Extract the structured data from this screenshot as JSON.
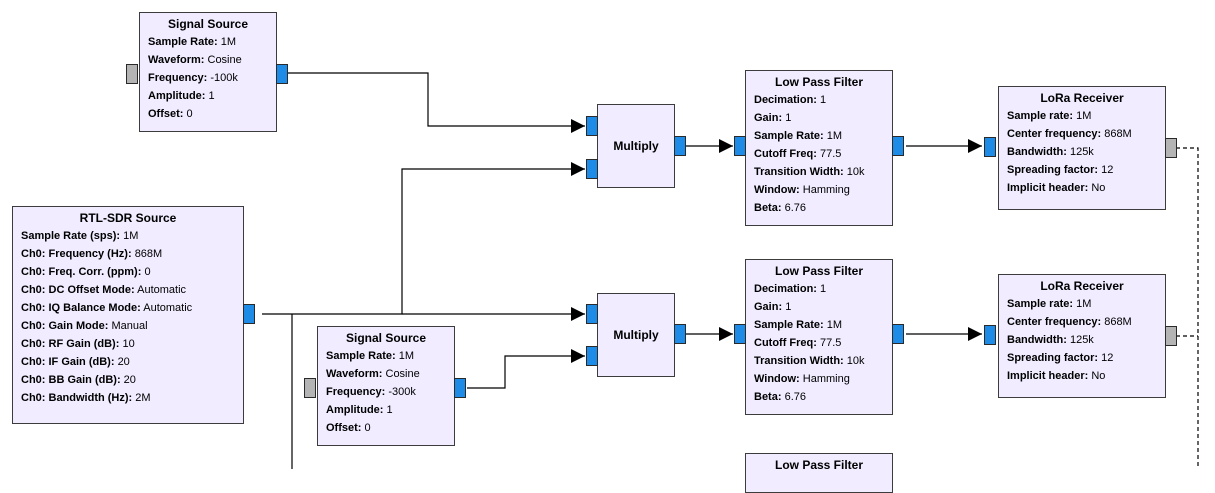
{
  "blocks": {
    "sig_src_1": {
      "title": "Signal Source",
      "params": [
        {
          "key": "Sample Rate:",
          "val": "1M"
        },
        {
          "key": "Waveform:",
          "val": "Cosine"
        },
        {
          "key": "Frequency:",
          "val": "-100k"
        },
        {
          "key": "Amplitude:",
          "val": "1"
        },
        {
          "key": "Offset:",
          "val": "0"
        }
      ]
    },
    "rtl_sdr": {
      "title": "RTL-SDR Source",
      "params": [
        {
          "key": "Sample Rate (sps):",
          "val": "1M"
        },
        {
          "key": "Ch0: Frequency (Hz):",
          "val": "868M"
        },
        {
          "key": "Ch0: Freq. Corr. (ppm):",
          "val": "0"
        },
        {
          "key": "Ch0: DC Offset Mode:",
          "val": "Automatic"
        },
        {
          "key": "Ch0: IQ Balance Mode:",
          "val": "Automatic"
        },
        {
          "key": "Ch0: Gain Mode:",
          "val": "Manual"
        },
        {
          "key": "Ch0: RF Gain (dB):",
          "val": "10"
        },
        {
          "key": "Ch0: IF Gain (dB):",
          "val": "20"
        },
        {
          "key": "Ch0: BB Gain (dB):",
          "val": "20"
        },
        {
          "key": "Ch0: Bandwidth (Hz):",
          "val": "2M"
        }
      ]
    },
    "sig_src_2": {
      "title": "Signal Source",
      "params": [
        {
          "key": "Sample Rate:",
          "val": "1M"
        },
        {
          "key": "Waveform:",
          "val": "Cosine"
        },
        {
          "key": "Frequency:",
          "val": "-300k"
        },
        {
          "key": "Amplitude:",
          "val": "1"
        },
        {
          "key": "Offset:",
          "val": "0"
        }
      ]
    },
    "multiply_1": {
      "title": "Multiply"
    },
    "multiply_2": {
      "title": "Multiply"
    },
    "lpf_1": {
      "title": "Low Pass Filter",
      "params": [
        {
          "key": "Decimation:",
          "val": "1"
        },
        {
          "key": "Gain:",
          "val": "1"
        },
        {
          "key": "Sample Rate:",
          "val": "1M"
        },
        {
          "key": "Cutoff Freq:",
          "val": "77.5"
        },
        {
          "key": "Transition Width:",
          "val": "10k"
        },
        {
          "key": "Window:",
          "val": "Hamming"
        },
        {
          "key": "Beta:",
          "val": "6.76"
        }
      ]
    },
    "lpf_2": {
      "title": "Low Pass Filter",
      "params": [
        {
          "key": "Decimation:",
          "val": "1"
        },
        {
          "key": "Gain:",
          "val": "1"
        },
        {
          "key": "Sample Rate:",
          "val": "1M"
        },
        {
          "key": "Cutoff Freq:",
          "val": "77.5"
        },
        {
          "key": "Transition Width:",
          "val": "10k"
        },
        {
          "key": "Window:",
          "val": "Hamming"
        },
        {
          "key": "Beta:",
          "val": "6.76"
        }
      ]
    },
    "lpf_3": {
      "title": "Low Pass Filter"
    },
    "lora_1": {
      "title": "LoRa Receiver",
      "params": [
        {
          "key": "Sample rate:",
          "val": "1M"
        },
        {
          "key": "Center frequency:",
          "val": "868M"
        },
        {
          "key": "Bandwidth:",
          "val": "125k"
        },
        {
          "key": "Spreading factor:",
          "val": "12"
        },
        {
          "key": "Implicit header:",
          "val": "No"
        }
      ]
    },
    "lora_2": {
      "title": "LoRa Receiver",
      "params": [
        {
          "key": "Sample rate:",
          "val": "1M"
        },
        {
          "key": "Center frequency:",
          "val": "868M"
        },
        {
          "key": "Bandwidth:",
          "val": "125k"
        },
        {
          "key": "Spreading factor:",
          "val": "12"
        },
        {
          "key": "Implicit header:",
          "val": "No"
        }
      ]
    }
  },
  "colors": {
    "block_fill": "#f1ecff",
    "block_border": "#3c3c3c",
    "stream_port": "#1e8ce6",
    "message_port": "#b4b4b4",
    "wire": "#000000"
  }
}
